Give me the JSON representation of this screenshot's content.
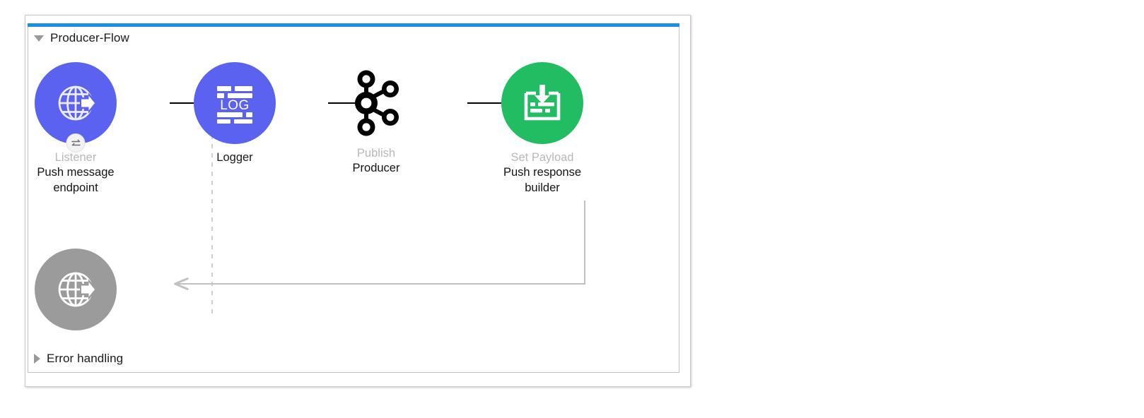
{
  "flow": {
    "name": "Producer-Flow",
    "expanded_icon": "triangle-down-icon",
    "error_section": {
      "label": "Error handling",
      "collapsed_icon": "triangle-right-icon"
    }
  },
  "colors": {
    "accent_bar": "#1b8fe0",
    "node_purple": "#5c62f0",
    "node_green": "#22bd62",
    "node_grey": "#9b9b9b",
    "connector_dark": "#000000",
    "connector_light": "#c2c2c2",
    "divider_dashed": "#cfcfcf",
    "label_muted": "#b9b9b9",
    "label_dark": "#141414"
  },
  "nodes": [
    {
      "id": "http-listener",
      "icon": "globe-arrow-icon",
      "badge_icon": "exchange-arrows-icon",
      "circle_color": "purple",
      "type_label": "Listener",
      "type_muted": true,
      "name_label": "Push message\nendpoint"
    },
    {
      "id": "logger",
      "icon": "log-document-icon",
      "badge_icon": null,
      "circle_color": "purple",
      "type_label": "Logger",
      "type_muted": false,
      "name_label": ""
    },
    {
      "id": "kafka-publish",
      "icon": "kafka-icon",
      "badge_icon": null,
      "circle_color": "plain",
      "type_label": "Publish",
      "type_muted": true,
      "name_label": "Producer"
    },
    {
      "id": "set-payload",
      "icon": "set-payload-icon",
      "badge_icon": null,
      "circle_color": "green",
      "type_label": "Set Payload",
      "type_muted": true,
      "name_label": "Push response\nbuilder"
    },
    {
      "id": "http-response",
      "icon": "globe-arrow-icon",
      "badge_icon": null,
      "circle_color": "grey",
      "type_label": "",
      "type_muted": true,
      "name_label": ""
    }
  ],
  "connectors": [
    {
      "id": "listener-to-logger",
      "style": "solid-dark",
      "direction": "right"
    },
    {
      "id": "logger-to-publish",
      "style": "solid-dark",
      "direction": "right"
    },
    {
      "id": "publish-to-set-payload",
      "style": "solid-dark",
      "direction": "right"
    },
    {
      "id": "set-payload-to-response",
      "style": "solid-light",
      "direction": "left"
    }
  ],
  "source_divider": {
    "id": "source-divider",
    "style": "dashed-vertical"
  }
}
